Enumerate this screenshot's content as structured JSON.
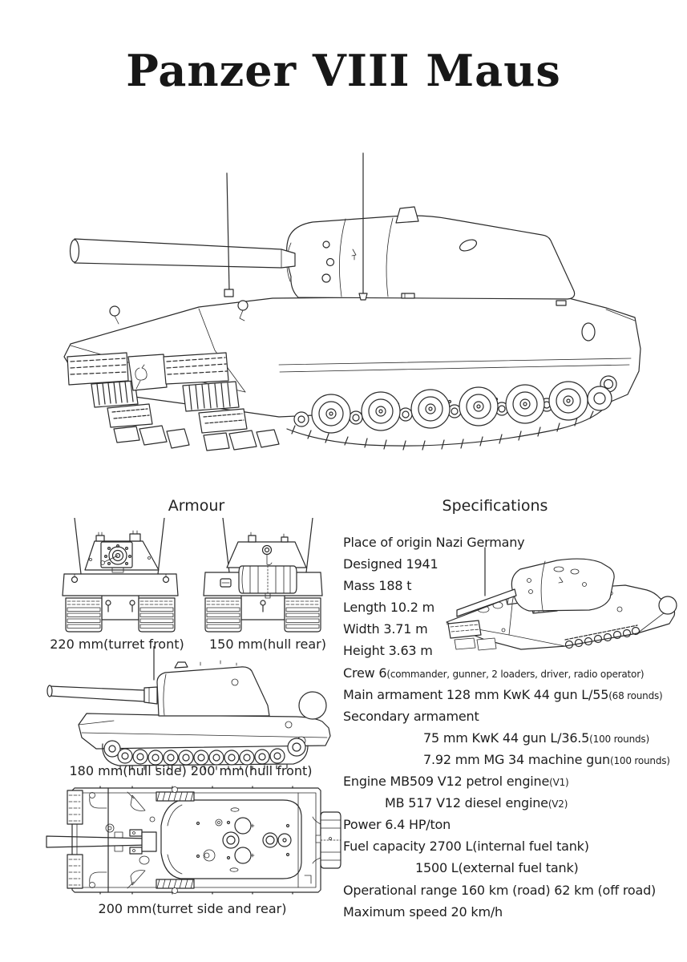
{
  "page": {
    "title": "Panzer VIII Maus",
    "background": "#ffffff",
    "ink": "#2b2b2b"
  },
  "armour": {
    "heading": "Armour",
    "labels": {
      "turret_front": "220 mm(turret front)",
      "hull_rear": "150 mm(hull rear)",
      "hull_side_front": "180 mm(hull side) 200 mm(hull front)",
      "turret_side_rear": "200 mm(turret side and rear)"
    }
  },
  "specifications": {
    "heading": "Specifications",
    "lines": [
      {
        "text": "Place of origin Nazi Germany",
        "small": ""
      },
      {
        "text": "Designed 1941",
        "small": ""
      },
      {
        "text": "Mass 188 t",
        "small": ""
      },
      {
        "text": "Length 10.2 m",
        "small": ""
      },
      {
        "text": "Width 3.71 m",
        "small": ""
      },
      {
        "text": "Height 3.63 m",
        "small": ""
      },
      {
        "text": "Crew 6",
        "small": "(commander, gunner, 2 loaders, driver, radio operator)"
      },
      {
        "text": "Main armament 128 mm KwK 44 gun L/55",
        "small": "(68 rounds)"
      },
      {
        "text": "Secondary armament",
        "small": ""
      },
      {
        "text": "75 mm KwK 44 gun L/36.5",
        "small": "(100 rounds)"
      },
      {
        "text": "7.92 mm MG 34 machine gun",
        "small": "(100 rounds)"
      },
      {
        "text": "Engine MB509 V12 petrol engine",
        "small": "(V1)"
      },
      {
        "text": "MB 517 V12 diesel engine",
        "small": "(V2)"
      },
      {
        "text": "Power 6.4 HP/ton",
        "small": ""
      },
      {
        "text": "Fuel capacity 2700 L(internal fuel tank)",
        "small": ""
      },
      {
        "text": "1500 L(external fuel tank)",
        "small": ""
      },
      {
        "text": "Operational range 160 km (road) 62 km (off road)",
        "small": ""
      },
      {
        "text": "Maximum speed 20 km/h",
        "small": ""
      }
    ]
  },
  "drawings": {
    "main": "maus-three-quarter-line-drawing",
    "front": "maus-front-view-drawing",
    "rear": "maus-rear-view-drawing",
    "side": "maus-side-view-drawing",
    "top": "maus-top-view-drawing",
    "inset": "maus-inset-three-quarter-drawing"
  }
}
